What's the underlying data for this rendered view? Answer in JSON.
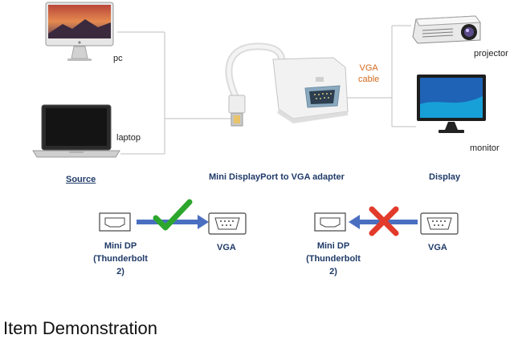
{
  "devices": {
    "pc": "pc",
    "laptop": "laptop",
    "projector": "projector",
    "monitor": "monitor"
  },
  "cable": {
    "label_line1": "VGA",
    "label_line2": "cable"
  },
  "sections": {
    "source": "Source",
    "adapter": "Mini DisplayPort to VGA adapter",
    "display": "Display"
  },
  "direction_ok": {
    "from_line1": "Mini DP",
    "from_line2": "(Thunderbolt 2)",
    "to": "VGA",
    "status_icon": "check-icon",
    "status_color": "#2da62d"
  },
  "direction_bad": {
    "from_line1": "Mini DP",
    "from_line2": "(Thunderbolt 2)",
    "to": "VGA",
    "status_icon": "cross-icon",
    "status_color": "#e23b2b"
  },
  "caption": "Item Demonstration",
  "colors": {
    "arrow": "#4a6fc1",
    "section_text": "#1f3a68",
    "cable_label": "#d46a1f"
  }
}
